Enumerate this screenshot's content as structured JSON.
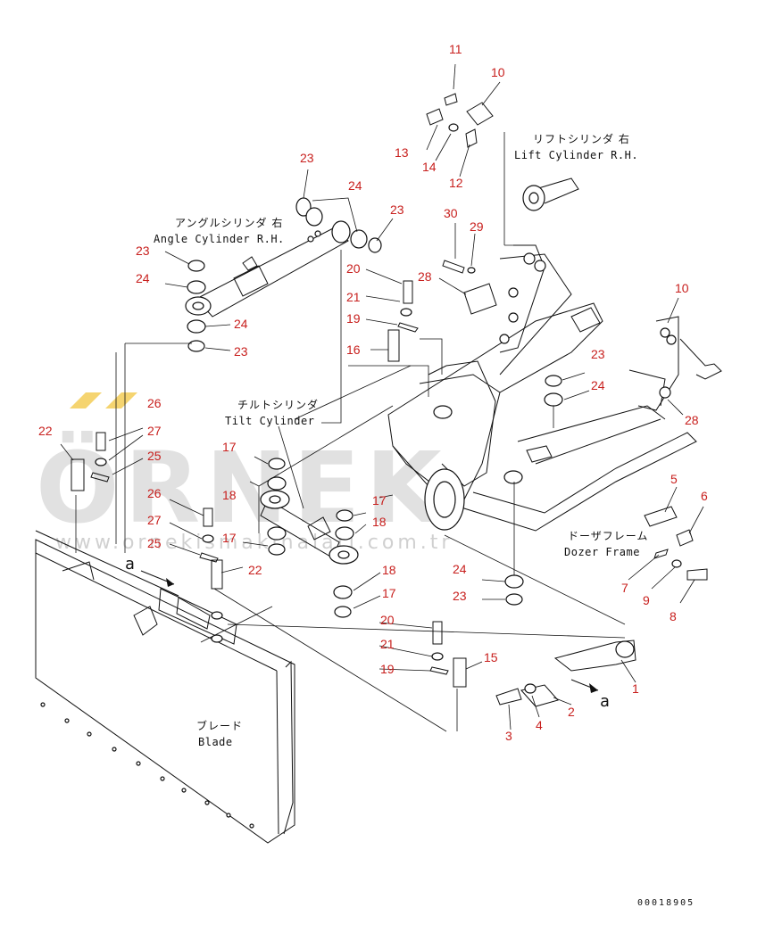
{
  "labels": {
    "angle_cylinder_jp": "アングルシリンダ 右",
    "angle_cylinder_en": "Angle Cylinder R.H.",
    "lift_cylinder_jp": "リフトシリンダ 右",
    "lift_cylinder_en": "Lift Cylinder R.H.",
    "tilt_cylinder_jp": "チルトシリンダ",
    "tilt_cylinder_en": "Tilt Cylinder",
    "dozer_frame_jp": "ドーザフレーム",
    "dozer_frame_en": "Dozer Frame",
    "blade_jp": "ブレード",
    "blade_en": "Blade",
    "view_a_1": "a",
    "view_a_2": "a"
  },
  "drawing_code": "00018905",
  "watermark": {
    "brand": "ÖRNEK",
    "url": "www.ornekismakinalari.com.tr"
  },
  "callouts": [
    "11",
    "10",
    "13",
    "14",
    "12",
    "23",
    "24",
    "23",
    "30",
    "29",
    "28",
    "21",
    "20",
    "19",
    "16",
    "23",
    "24",
    "24",
    "23",
    "10",
    "23",
    "24",
    "28",
    "22",
    "26",
    "27",
    "25",
    "17",
    "18",
    "26",
    "27",
    "25",
    "17",
    "22",
    "17",
    "18",
    "18",
    "17",
    "20",
    "21",
    "19",
    "15",
    "24",
    "23",
    "5",
    "6",
    "7",
    "9",
    "8",
    "1",
    "2",
    "4",
    "3"
  ],
  "colors": {
    "callout": "#c8201e",
    "line": "#111111",
    "watermark": "#c9c9c9",
    "watermark_accent": "#f2c94c"
  }
}
